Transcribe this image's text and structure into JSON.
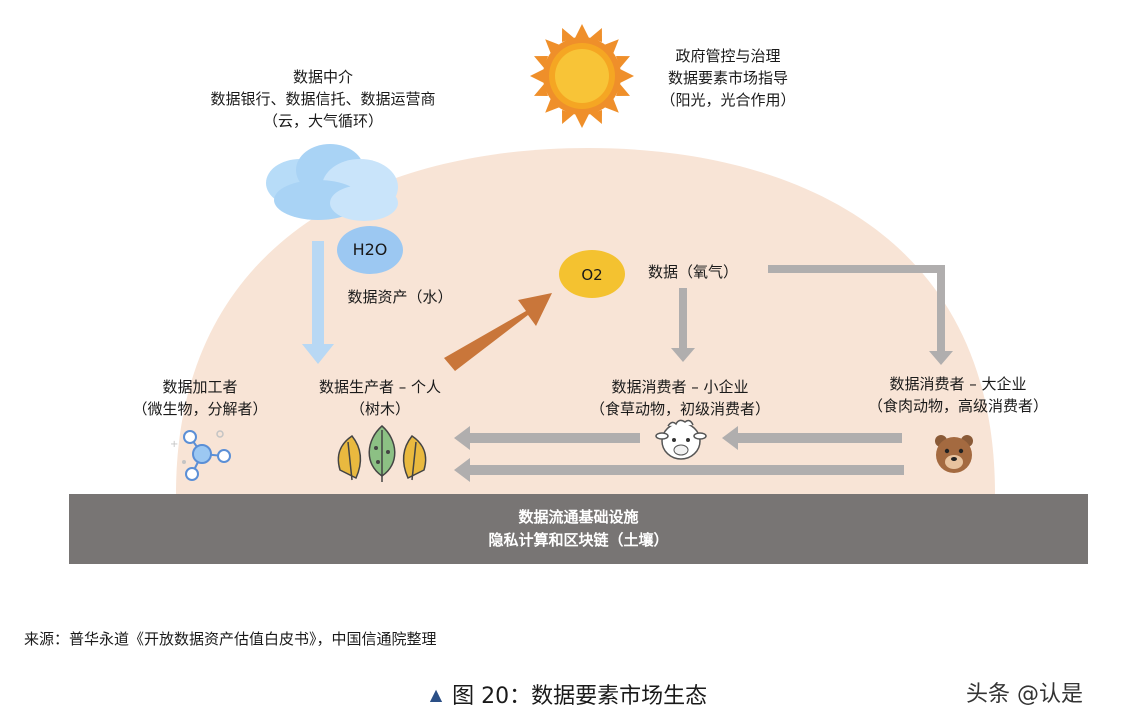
{
  "sun": {
    "title": "政府管控与治理",
    "subtitle": "数据要素市场指导",
    "note": "（阳光，光合作用）"
  },
  "cloud": {
    "title": "数据中介",
    "subtitle": "数据银行、数据信托、数据运营商",
    "note": "（云，大气循环）"
  },
  "water": {
    "badge": "H2O",
    "label": "数据资产（水）"
  },
  "oxygen": {
    "badge": "O2",
    "label": "数据（氧气）"
  },
  "processor": {
    "title": "数据加工者",
    "note": "（微生物，分解者）"
  },
  "producer": {
    "title": "数据生产者 – 个人",
    "note": "（树木）"
  },
  "small_consumer": {
    "title": "数据消费者 – 小企业",
    "note": "（食草动物，初级消费者）"
  },
  "large_consumer": {
    "title": "数据消费者 – 大企业",
    "note": "（食肉动物，高级消费者）"
  },
  "infrastructure": {
    "line1": "数据流通基础设施",
    "line2": "隐私计算和区块链（土壤）"
  },
  "source": "来源：普华永道《开放数据资产估值白皮书》，中国信通院整理",
  "caption": "图 20：数据要素市场生态",
  "watermark": "头条 @认是",
  "colors": {
    "dome": "#f8e4d6",
    "soil": "#787574",
    "sun": "#f5a623",
    "sun_rays": "#ef8f2a",
    "cloud": "#a9d3f5",
    "water_badge": "#9cc8f2",
    "oxygen_badge": "#f4c230",
    "orange_arrow": "#c9763a",
    "gray_arrow": "#b0aeae",
    "blue_arrow": "#b8d8f4"
  }
}
